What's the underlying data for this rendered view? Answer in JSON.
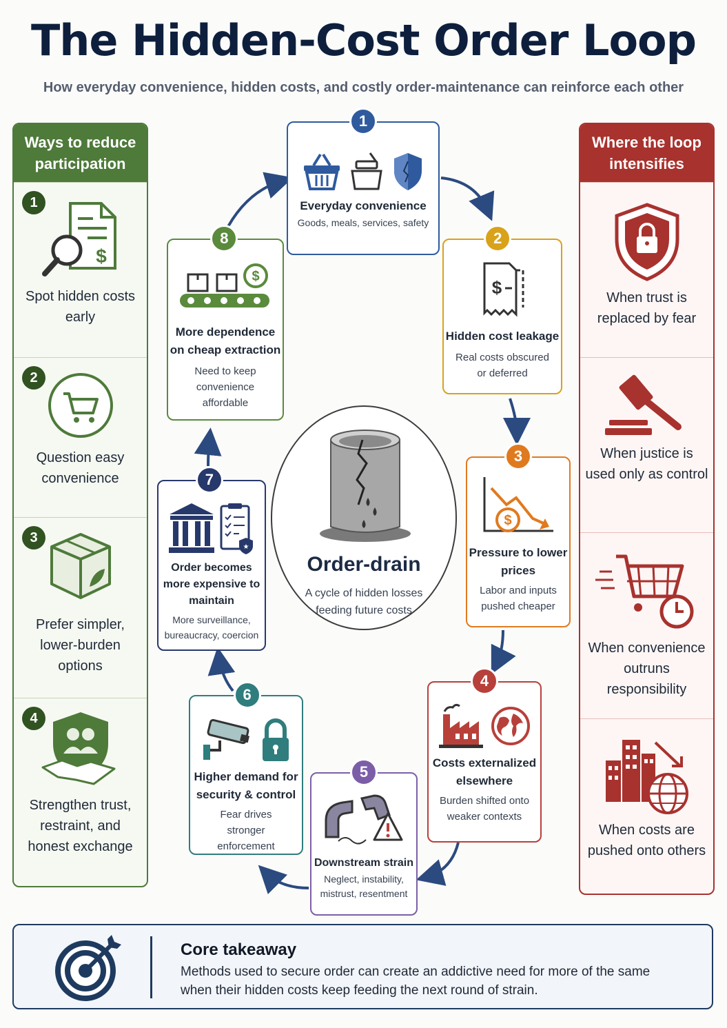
{
  "title": "The Hidden-Cost Order Loop",
  "subtitle": "How everyday convenience, hidden costs, and costly order-maintenance can reinforce each other",
  "left_panel": {
    "heading": "Ways to reduce participation",
    "items": [
      {
        "num": "1",
        "label": "Spot hidden costs early",
        "icon": "document-magnifier-icon"
      },
      {
        "num": "2",
        "label": "Question easy convenience",
        "icon": "shopping-cart-icon"
      },
      {
        "num": "3",
        "label": "Prefer simpler, lower-burden options",
        "icon": "box-leaf-icon"
      },
      {
        "num": "4",
        "label": "Strengthen trust, restraint, and honest exchange",
        "icon": "handshake-shield-icon"
      }
    ]
  },
  "right_panel": {
    "heading": "Where the loop intensifies",
    "items": [
      {
        "label": "When trust is replaced by fear",
        "icon": "shield-lock-icon"
      },
      {
        "label": "When justice is used only as control",
        "icon": "gavel-icon"
      },
      {
        "label": "When convenience outruns responsibility",
        "icon": "cart-clock-icon"
      },
      {
        "label": "When costs are pushed onto others",
        "icon": "buildings-globe-icon"
      }
    ]
  },
  "steps": [
    {
      "num": "1",
      "title": "Everyday convenience",
      "desc": "Goods, meals, services, safety",
      "color": "#2f5a9e"
    },
    {
      "num": "2",
      "title": "Hidden cost leakage",
      "desc": "Real costs obscured or deferred",
      "color": "#d9a21b"
    },
    {
      "num": "3",
      "title": "Pressure to lower prices",
      "desc": "Labor and inputs pushed cheaper",
      "color": "#e07a1f"
    },
    {
      "num": "4",
      "title": "Costs externalized elsewhere",
      "desc": "Burden shifted onto weaker contexts",
      "color": "#b8403a"
    },
    {
      "num": "5",
      "title": "Downstream strain",
      "desc": "Neglect, instability, mistrust, resentment",
      "color": "#7b5ea7"
    },
    {
      "num": "6",
      "title": "Higher demand for security & control",
      "desc": "Fear drives stronger enforcement",
      "color": "#2f7d7d"
    },
    {
      "num": "7",
      "title": "Order becomes more expensive to maintain",
      "desc": "More surveillance, bureaucracy, coercion",
      "color": "#27386b"
    },
    {
      "num": "8",
      "title": "More dependence on cheap extraction",
      "desc": "Need to keep convenience affordable",
      "color": "#5a8a3c"
    }
  ],
  "center": {
    "title": "Order-drain",
    "desc": "A cycle of hidden losses feeding future costs"
  },
  "takeaway": {
    "title": "Core takeaway",
    "text": "Methods used to secure order can create an addictive need for more of the same when their hidden costs keep feeding the next round of strain."
  }
}
